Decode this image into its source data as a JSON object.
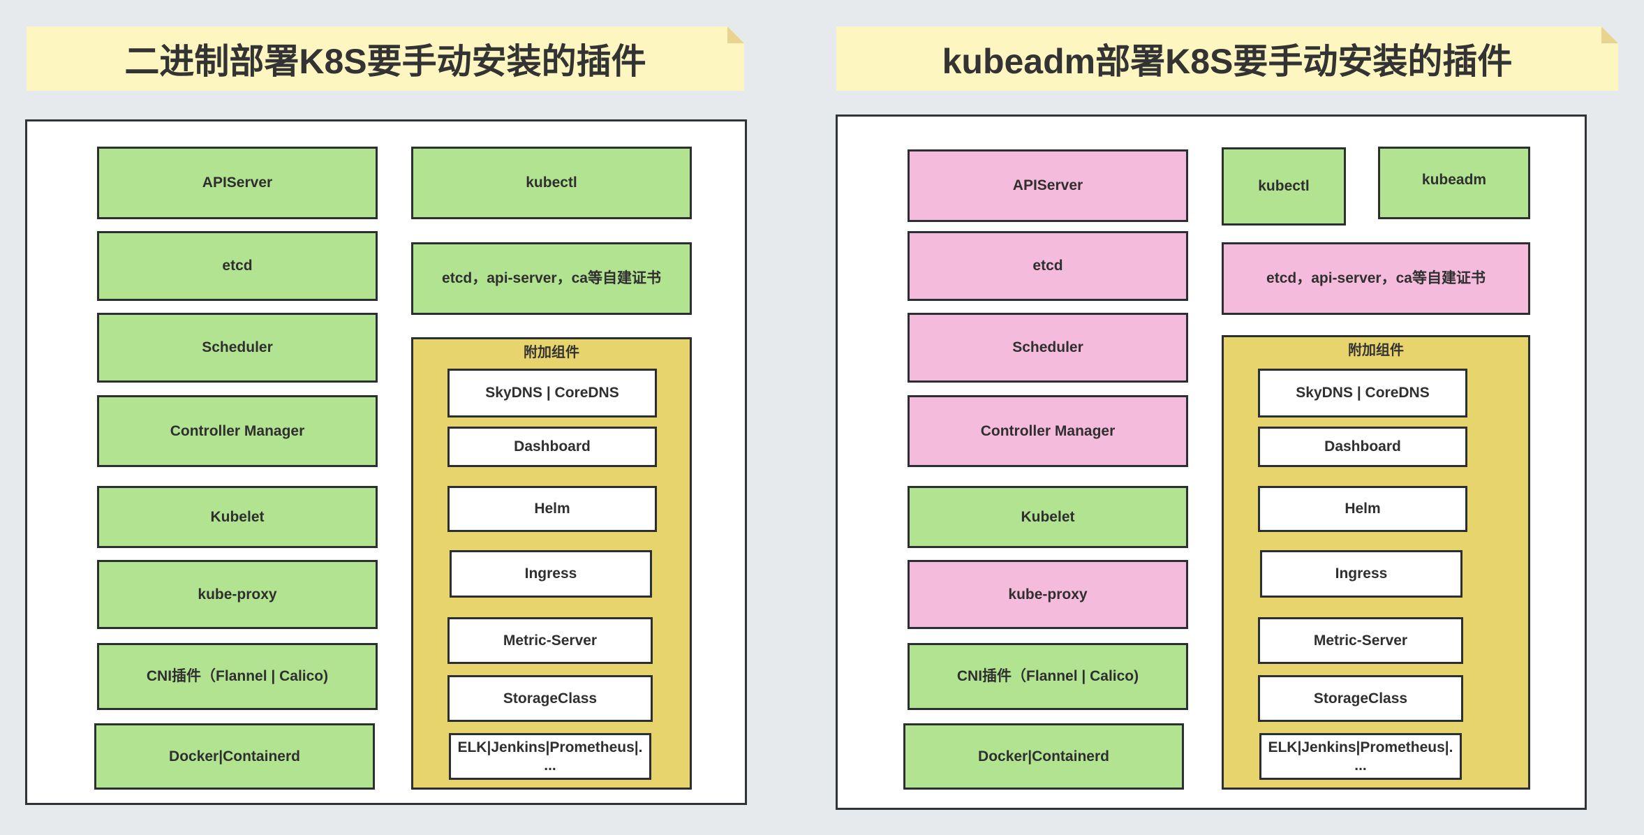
{
  "colors": {
    "background": "#e7eaed",
    "title_bg": "#fef6c0",
    "green": "#b1e391",
    "pink": "#f5bbdc",
    "addon": "#e8d46d",
    "border": "#2b2f31"
  },
  "left": {
    "title": "二进制部署K8S要手动安装的插件",
    "components": [
      {
        "label": "APIServer",
        "color": "green"
      },
      {
        "label": "etcd",
        "color": "green"
      },
      {
        "label": "Scheduler",
        "color": "green"
      },
      {
        "label": "Controller Manager",
        "color": "green"
      },
      {
        "label": "Kubelet",
        "color": "green"
      },
      {
        "label": "kube-proxy",
        "color": "green"
      },
      {
        "label": "CNI插件（Flannel | Calico)",
        "color": "green"
      },
      {
        "label": "Docker|Containerd",
        "color": "green"
      }
    ],
    "tools": [
      {
        "label": "kubectl",
        "color": "green"
      }
    ],
    "certs": {
      "label": "etcd，api-server，ca等自建证书",
      "color": "green"
    },
    "addons": {
      "label": "附加组件",
      "items": [
        "SkyDNS | CoreDNS",
        "Dashboard",
        "Helm",
        "Ingress",
        "Metric-Server",
        "StorageClass",
        "ELK|Jenkins|Prometheus|.\n..."
      ]
    }
  },
  "right": {
    "title": "kubeadm部署K8S要手动安装的插件",
    "components": [
      {
        "label": "APIServer",
        "color": "pink"
      },
      {
        "label": "etcd",
        "color": "pink"
      },
      {
        "label": "Scheduler",
        "color": "pink"
      },
      {
        "label": "Controller Manager",
        "color": "pink"
      },
      {
        "label": "Kubelet",
        "color": "green"
      },
      {
        "label": "kube-proxy",
        "color": "pink"
      },
      {
        "label": "CNI插件（Flannel | Calico)",
        "color": "green"
      },
      {
        "label": "Docker|Containerd",
        "color": "green"
      }
    ],
    "tools": [
      {
        "label": "kubectl",
        "color": "green"
      },
      {
        "label": "kubeadm",
        "color": "green"
      }
    ],
    "certs": {
      "label": "etcd，api-server，ca等自建证书",
      "color": "pink"
    },
    "addons": {
      "label": "附加组件",
      "items": [
        "SkyDNS | CoreDNS",
        "Dashboard",
        "Helm",
        "Ingress",
        "Metric-Server",
        "StorageClass",
        "ELK|Jenkins|Prometheus|.\n..."
      ]
    }
  }
}
